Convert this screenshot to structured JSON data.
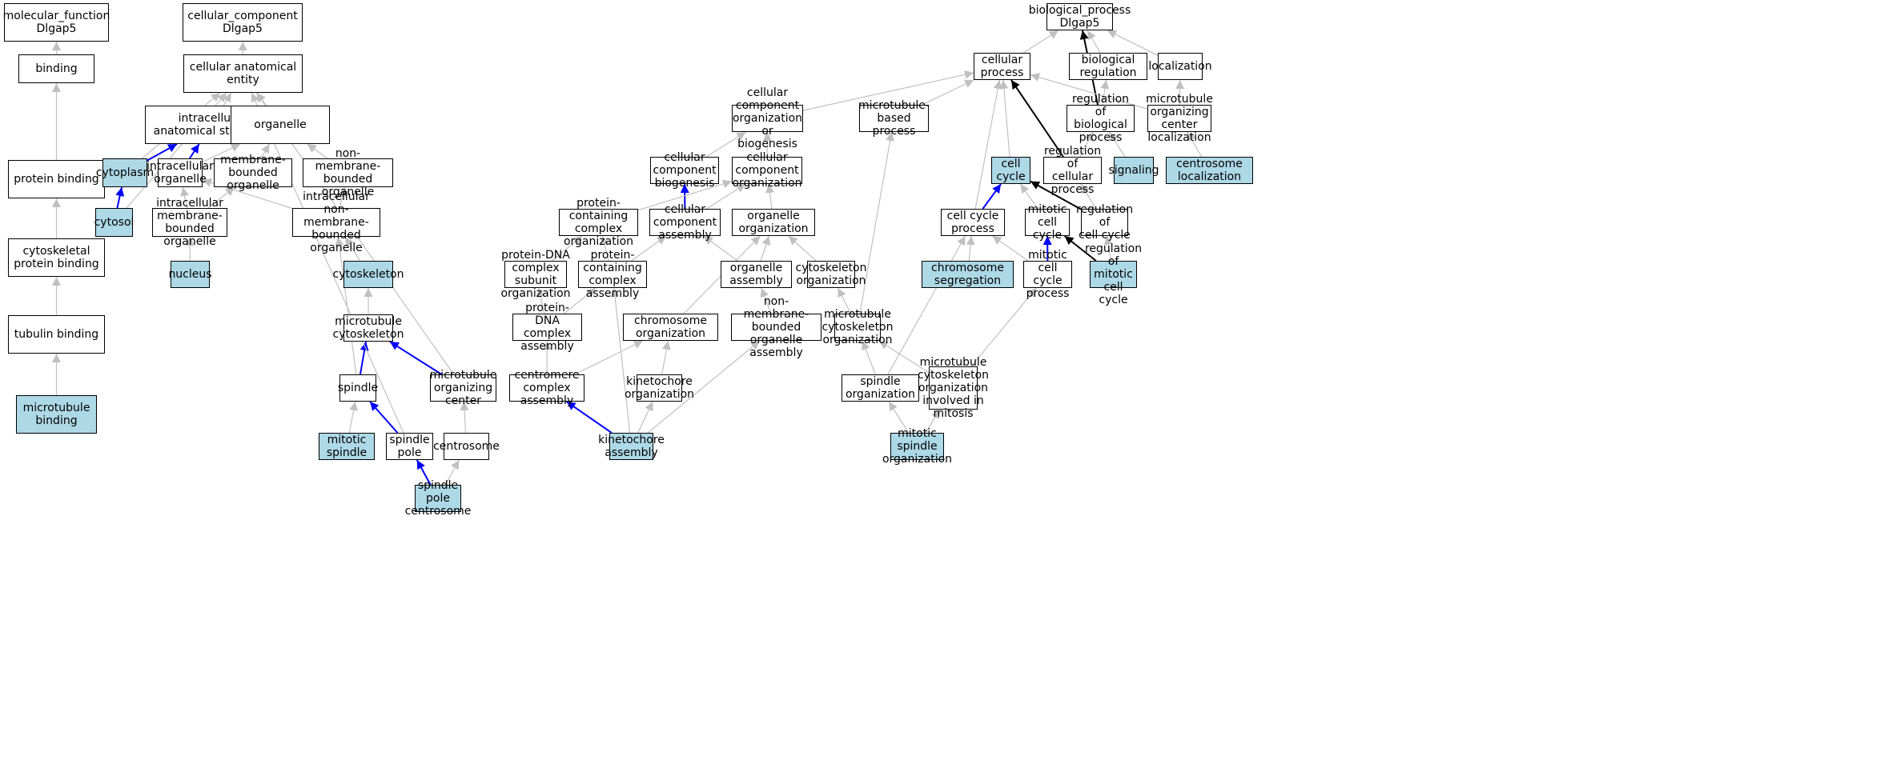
{
  "colors": {
    "gray_edge": "#c0c0c0",
    "blue_edge": "#0000ff",
    "black_edge": "#000000",
    "highlight": "#add8e6",
    "plain": "#ffffff"
  },
  "nodes": {
    "mf_root": "molecular_function\nDlgap5",
    "binding": "binding",
    "protein_binding": "protein binding",
    "cytoskeletal_protein_binding": "cytoskeletal\nprotein binding",
    "tubulin_binding": "tubulin binding",
    "microtubule_binding": "microtubule\nbinding",
    "cc_root": "cellular_component\nDlgap5",
    "cellular_anatomical_entity": "cellular anatomical\nentity",
    "intracellular_anatomical_structure": "intracellular\nanatomical structure",
    "organelle": "organelle",
    "cytoplasm": "cytoplasm",
    "intracellular_organelle": "intracellular\norganelle",
    "membrane_bounded_organelle": "membrane-bounded\norganelle",
    "non_membrane_bounded_organelle": "non-membrane-bounded\norganelle",
    "cytosol": "cytosol",
    "intracellular_membrane_bounded_organelle": "intracellular\nmembrane-bounded\norganelle",
    "intracellular_non_membrane_bounded_organelle": "intracellular\nnon-membrane-bounded\norganelle",
    "nucleus": "nucleus",
    "cytoskeleton": "cytoskeleton",
    "microtubule_cytoskeleton": "microtubule\ncytoskeleton",
    "spindle": "spindle",
    "microtubule_organizing_center": "microtubule\norganizing center",
    "mitotic_spindle": "mitotic spindle",
    "spindle_pole": "spindle pole",
    "centrosome": "centrosome",
    "spindle_pole_centrosome": "spindle pole\ncentrosome",
    "bp_root": "biological_process\nDlgap5",
    "cellular_process": "cellular process",
    "biological_regulation": "biological regulation",
    "localization": "localization",
    "cellular_component_organization_or_biogenesis": "cellular component\norganization\nor biogenesis",
    "microtubule_based_process": "microtubule-based\nprocess",
    "regulation_of_biological_process": "regulation of\nbiological process",
    "microtubule_organizing_center_localization": "microtubule\norganizing center\nlocalization",
    "cellular_component_biogenesis": "cellular component\nbiogenesis",
    "cellular_component_organization": "cellular component\norganization",
    "cell_cycle": "cell cycle",
    "regulation_of_cellular_process": "regulation of\ncellular process",
    "signaling": "signaling",
    "centrosome_localization": "centrosome localization",
    "protein_containing_complex_organization": "protein-containing\ncomplex organization",
    "cellular_component_assembly": "cellular component\nassembly",
    "organelle_organization": "organelle organization",
    "cell_cycle_process": "cell cycle process",
    "mitotic_cell_cycle": "mitotic cell\ncycle",
    "regulation_of_cell_cycle": "regulation of\ncell cycle",
    "protein_dna_complex_subunit_organization": "protein-DNA\ncomplex subunit\norganization",
    "protein_containing_complex_assembly": "protein-containing\ncomplex assembly",
    "organelle_assembly": "organelle assembly",
    "cytoskeleton_organization": "cytoskeleton\norganization",
    "chromosome_segregation": "chromosome segregation",
    "mitotic_cell_cycle_process": "mitotic cell\ncycle process",
    "regulation_of_mitotic_cell_cycle": "regulation of\nmitotic cell\ncycle",
    "protein_dna_complex_assembly": "protein-DNA\ncomplex assembly",
    "chromosome_organization": "chromosome organization",
    "non_membrane_bounded_organelle_assembly": "non-membrane-bounded\norganelle assembly",
    "microtubule_cytoskeleton_organization": "microtubule\ncytoskeleton\norganization",
    "centromere_complex_assembly": "centromere complex\nassembly",
    "kinetochore_organization": "kinetochore\norganization",
    "spindle_organization": "spindle organization",
    "microtubule_cytoskeleton_organization_involved_in_mitosis": "microtubule\ncytoskeleton\norganization\ninvolved in\nmitosis",
    "kinetochore_assembly": "kinetochore\nassembly",
    "mitotic_spindle_organization": "mitotic spindle\norganization"
  },
  "highlighted": [
    "microtubule_binding",
    "cytoplasm",
    "cytosol",
    "nucleus",
    "cytoskeleton",
    "mitotic_spindle",
    "spindle_pole_centrosome",
    "cell_cycle",
    "signaling",
    "centrosome_localization",
    "chromosome_segregation",
    "regulation_of_mitotic_cell_cycle",
    "kinetochore_assembly",
    "mitotic_spindle_organization"
  ],
  "edges": [
    [
      "binding",
      "mf_root",
      "gray"
    ],
    [
      "protein_binding",
      "binding",
      "gray"
    ],
    [
      "cytoskeletal_protein_binding",
      "protein_binding",
      "gray"
    ],
    [
      "tubulin_binding",
      "cytoskeletal_protein_binding",
      "gray"
    ],
    [
      "microtubule_binding",
      "tubulin_binding",
      "gray"
    ],
    [
      "cellular_anatomical_entity",
      "cc_root",
      "gray"
    ],
    [
      "intracellular_anatomical_structure",
      "cellular_anatomical_entity",
      "gray"
    ],
    [
      "organelle",
      "cellular_anatomical_entity",
      "gray"
    ],
    [
      "cytoplasm",
      "cellular_anatomical_entity",
      "gray"
    ],
    [
      "cytosol",
      "cellular_anatomical_entity",
      "gray"
    ],
    [
      "cytoplasm",
      "intracellular_anatomical_structure",
      "blue"
    ],
    [
      "intracellular_organelle",
      "intracellular_anatomical_structure",
      "blue"
    ],
    [
      "intracellular_organelle",
      "organelle",
      "gray"
    ],
    [
      "membrane_bounded_organelle",
      "organelle",
      "gray"
    ],
    [
      "non_membrane_bounded_organelle",
      "organelle",
      "gray"
    ],
    [
      "cytosol",
      "cytoplasm",
      "blue"
    ],
    [
      "intracellular_membrane_bounded_organelle",
      "intracellular_organelle",
      "gray"
    ],
    [
      "intracellular_membrane_bounded_organelle",
      "membrane_bounded_organelle",
      "gray"
    ],
    [
      "intracellular_non_membrane_bounded_organelle",
      "intracellular_organelle",
      "gray"
    ],
    [
      "intracellular_non_membrane_bounded_organelle",
      "non_membrane_bounded_organelle",
      "gray"
    ],
    [
      "nucleus",
      "intracellular_membrane_bounded_organelle",
      "gray"
    ],
    [
      "cytoskeleton",
      "intracellular_non_membrane_bounded_organelle",
      "gray"
    ],
    [
      "microtubule_cytoskeleton",
      "cytoskeleton",
      "gray"
    ],
    [
      "spindle",
      "microtubule_cytoskeleton",
      "blue"
    ],
    [
      "spindle",
      "intracellular_non_membrane_bounded_organelle",
      "gray"
    ],
    [
      "microtubule_organizing_center",
      "microtubule_cytoskeleton",
      "blue"
    ],
    [
      "microtubule_organizing_center",
      "cellular_anatomical_entity",
      "gray"
    ],
    [
      "spindle_pole",
      "cellular_anatomical_entity",
      "gray"
    ],
    [
      "mitotic_spindle",
      "spindle",
      "gray"
    ],
    [
      "spindle_pole",
      "spindle",
      "blue"
    ],
    [
      "centrosome",
      "microtubule_organizing_center",
      "gray"
    ],
    [
      "spindle_pole_centrosome",
      "spindle_pole",
      "blue"
    ],
    [
      "spindle_pole_centrosome",
      "centrosome",
      "gray"
    ],
    [
      "cellular_process",
      "bp_root",
      "gray"
    ],
    [
      "biological_regulation",
      "bp_root",
      "gray"
    ],
    [
      "localization",
      "bp_root",
      "gray"
    ],
    [
      "regulation_of_biological_process",
      "bp_root",
      "black"
    ],
    [
      "cellular_component_organization_or_biogenesis",
      "cellular_process",
      "gray"
    ],
    [
      "microtubule_based_process",
      "cellular_process",
      "gray"
    ],
    [
      "microtubule_organizing_center_localization",
      "cellular_process",
      "gray"
    ],
    [
      "cell_cycle",
      "cellular_process",
      "gray"
    ],
    [
      "cell_cycle_process",
      "cellular_process",
      "gray"
    ],
    [
      "regulation_of_cellular_process",
      "cellular_process",
      "black"
    ],
    [
      "regulation_of_biological_process",
      "biological_regulation",
      "gray"
    ],
    [
      "microtubule_organizing_center_localization",
      "localization",
      "gray"
    ],
    [
      "cellular_component_biogenesis",
      "cellular_component_organization_or_biogenesis",
      "gray"
    ],
    [
      "cellular_component_organization",
      "cellular_component_organization_or_biogenesis",
      "gray"
    ],
    [
      "regulation_of_cellular_process",
      "regulation_of_biological_process",
      "gray"
    ],
    [
      "signaling",
      "regulation_of_biological_process",
      "gray"
    ],
    [
      "centrosome_localization",
      "microtubule_organizing_center_localization",
      "gray"
    ],
    [
      "cellular_component_assembly",
      "cellular_component_biogenesis",
      "blue"
    ],
    [
      "cellular_component_assembly",
      "cellular_component_organization",
      "gray"
    ],
    [
      "protein_containing_complex_organization",
      "cellular_component_organization",
      "gray"
    ],
    [
      "organelle_organization",
      "cellular_component_organization",
      "gray"
    ],
    [
      "cell_cycle_process",
      "cell_cycle",
      "blue"
    ],
    [
      "mitotic_cell_cycle",
      "cell_cycle",
      "gray"
    ],
    [
      "regulation_of_cell_cycle",
      "cell_cycle",
      "black"
    ],
    [
      "regulation_of_cell_cycle",
      "regulation_of_cellular_process",
      "gray"
    ],
    [
      "protein_dna_complex_subunit_organization",
      "protein_containing_complex_organization",
      "gray"
    ],
    [
      "protein_containing_complex_assembly",
      "protein_containing_complex_organization",
      "gray"
    ],
    [
      "protein_containing_complex_assembly",
      "cellular_component_assembly",
      "gray"
    ],
    [
      "organelle_assembly",
      "cellular_component_assembly",
      "gray"
    ],
    [
      "organelle_assembly",
      "organelle_organization",
      "gray"
    ],
    [
      "cytoskeleton_organization",
      "organelle_organization",
      "gray"
    ],
    [
      "chromosome_organization",
      "organelle_organization",
      "gray"
    ],
    [
      "chromosome_segregation",
      "cell_cycle_process",
      "gray"
    ],
    [
      "mitotic_cell_cycle_process",
      "cell_cycle_process",
      "gray"
    ],
    [
      "mitotic_cell_cycle_process",
      "mitotic_cell_cycle",
      "blue"
    ],
    [
      "regulation_of_mitotic_cell_cycle",
      "mitotic_cell_cycle",
      "black"
    ],
    [
      "regulation_of_mitotic_cell_cycle",
      "regulation_of_cell_cycle",
      "gray"
    ],
    [
      "protein_dna_complex_assembly",
      "protein_dna_complex_subunit_organization",
      "gray"
    ],
    [
      "protein_dna_complex_assembly",
      "protein_containing_complex_assembly",
      "gray"
    ],
    [
      "non_membrane_bounded_organelle_assembly",
      "organelle_assembly",
      "gray"
    ],
    [
      "microtubule_cytoskeleton_organization",
      "cytoskeleton_organization",
      "gray"
    ],
    [
      "microtubule_cytoskeleton_organization",
      "microtubule_based_process",
      "gray"
    ],
    [
      "centromere_complex_assembly",
      "protein_dna_complex_assembly",
      "gray"
    ],
    [
      "centromere_complex_assembly",
      "chromosome_organization",
      "gray"
    ],
    [
      "kinetochore_organization",
      "chromosome_organization",
      "gray"
    ],
    [
      "spindle_organization",
      "microtubule_cytoskeleton_organization",
      "gray"
    ],
    [
      "spindle_organization",
      "cell_cycle_process",
      "gray"
    ],
    [
      "microtubule_cytoskeleton_organization_involved_in_mitosis",
      "microtubule_cytoskeleton_organization",
      "gray"
    ],
    [
      "microtubule_cytoskeleton_organization_involved_in_mitosis",
      "mitotic_cell_cycle_process",
      "gray"
    ],
    [
      "kinetochore_assembly",
      "centromere_complex_assembly",
      "blue"
    ],
    [
      "kinetochore_assembly",
      "kinetochore_organization",
      "gray"
    ],
    [
      "kinetochore_assembly",
      "non_membrane_bounded_organelle_assembly",
      "gray"
    ],
    [
      "kinetochore_assembly",
      "protein_containing_complex_assembly",
      "gray"
    ],
    [
      "mitotic_spindle_organization",
      "spindle_organization",
      "gray"
    ],
    [
      "mitotic_spindle_organization",
      "microtubule_cytoskeleton_organization_involved_in_mitosis",
      "gray"
    ]
  ]
}
